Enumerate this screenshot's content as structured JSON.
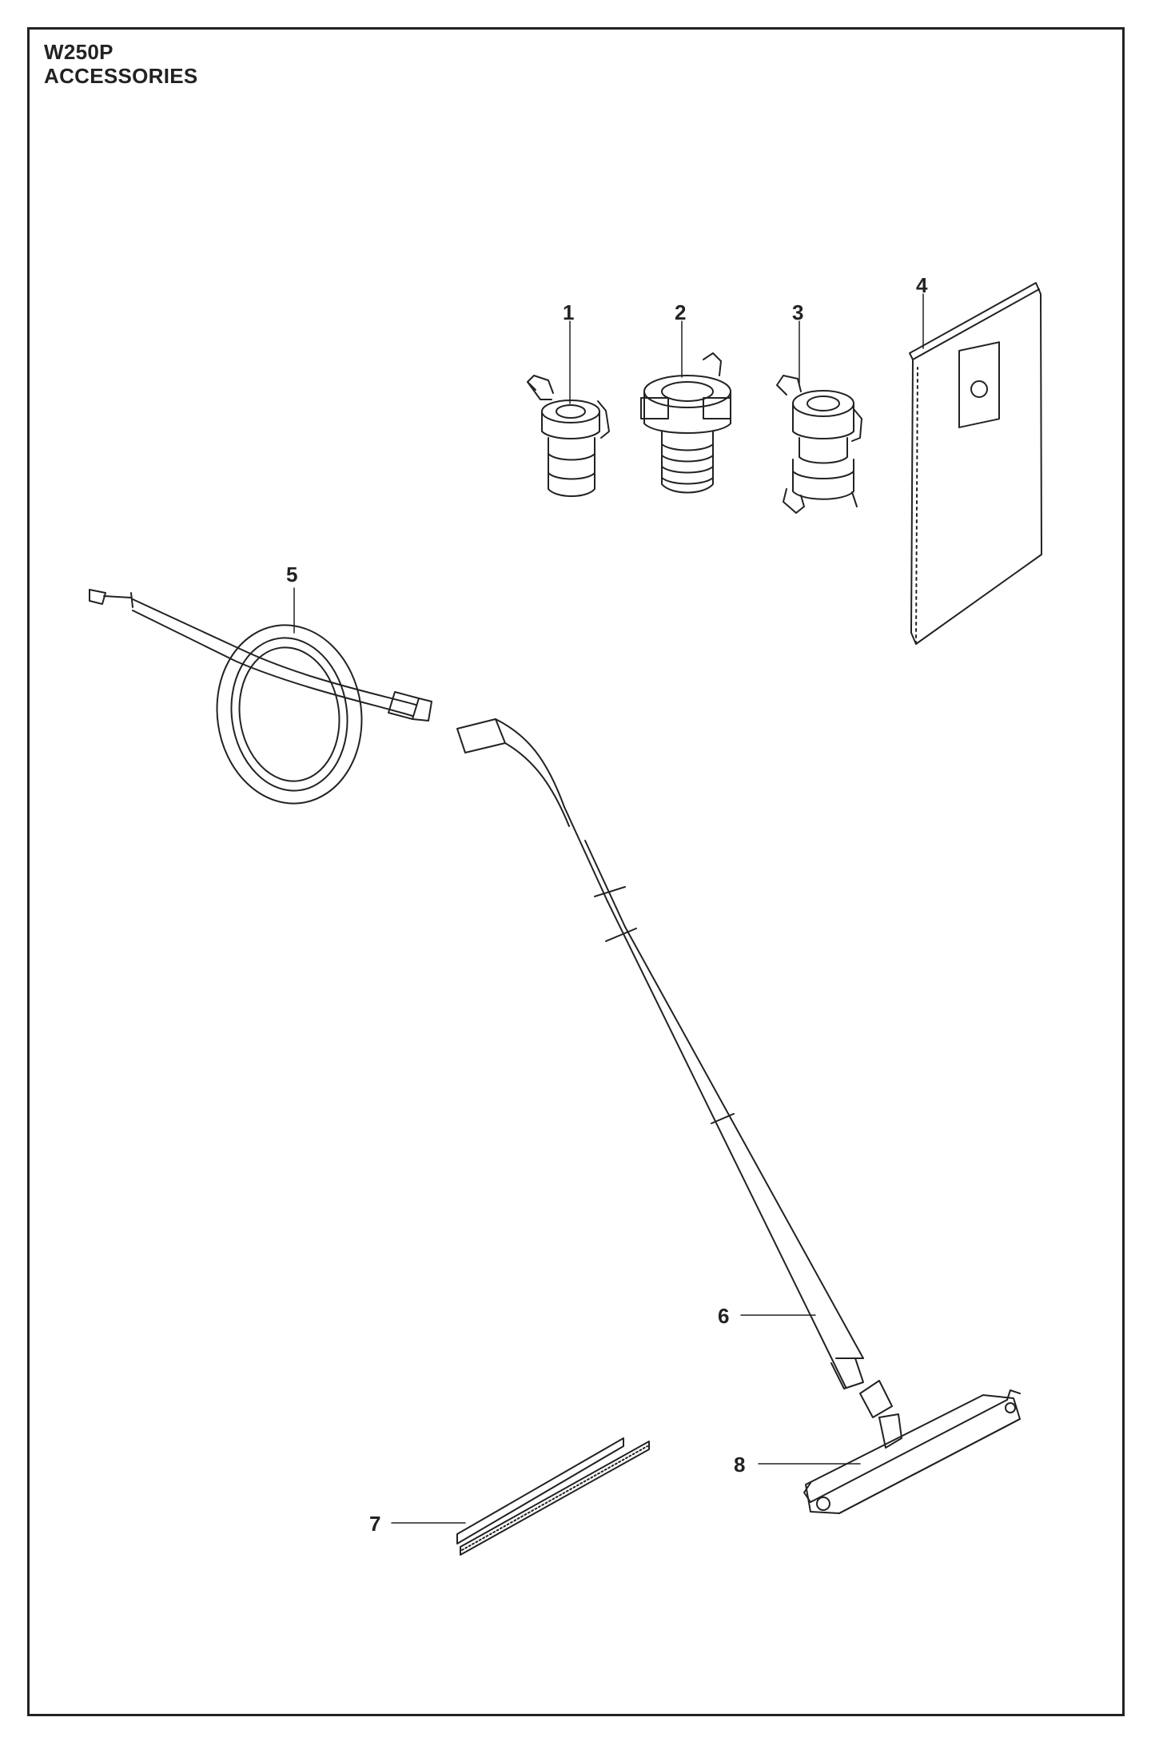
{
  "header": {
    "model": "W250P",
    "section": "ACCESSORIES"
  },
  "callouts": [
    "1",
    "2",
    "3",
    "4",
    "5",
    "6",
    "7",
    "8"
  ]
}
